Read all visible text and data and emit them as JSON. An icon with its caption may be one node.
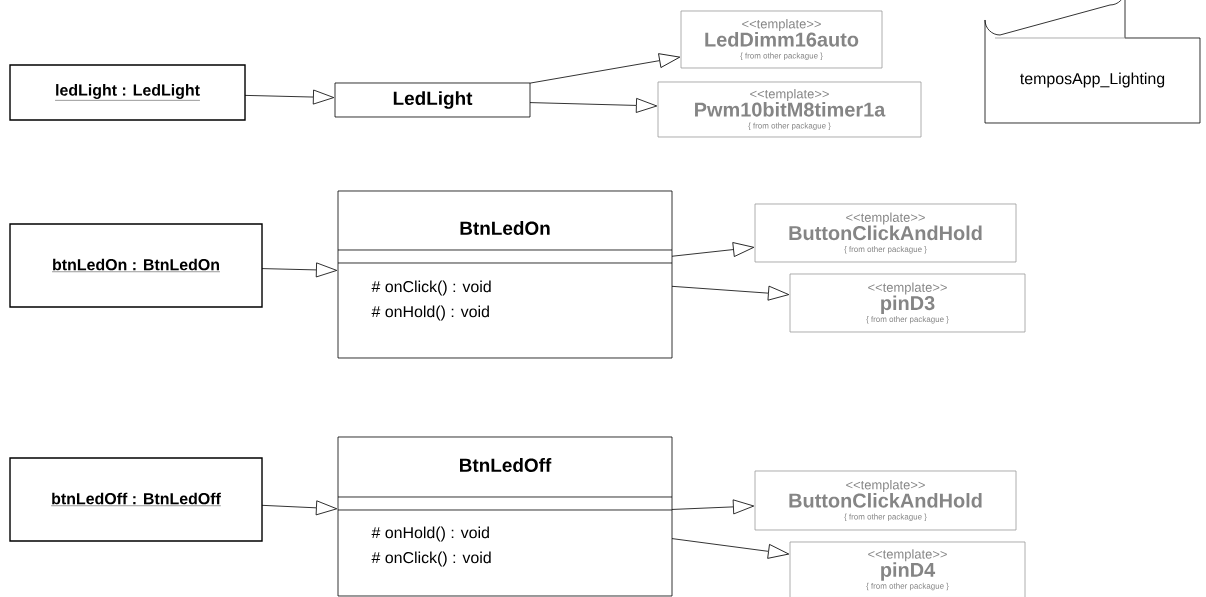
{
  "diagram": {
    "nodes": [
      {
        "text": [
          "ledLight : LedLight"
        ]
      },
      {
        "text": [
          "LedLight"
        ]
      },
      {
        "text": [
          "<<template>>",
          "LedDimm16auto",
          "{ from other packague }"
        ]
      },
      {
        "text": [
          "<<template>>",
          "Pwm10bitM8timer1a",
          "{ from other packague }"
        ]
      },
      {
        "text": [
          "temposApp_Lighting"
        ]
      },
      {
        "text": [
          "btnLedOn : BtnLedOn"
        ]
      },
      {
        "text": [
          "BtnLedOn",
          "# onClick() : void",
          "# onHold() : void"
        ]
      },
      {
        "text": [
          "<<template>>",
          "ButtonClickAndHold",
          "{ from other packague }"
        ]
      },
      {
        "text": [
          "<<template>>",
          "pinD3",
          "{ from other packague }"
        ]
      },
      {
        "text": [
          "btnLedOff : BtnLedOff"
        ]
      },
      {
        "text": [
          "BtnLedOff",
          "# onHold() : void",
          "# onClick() : void"
        ]
      },
      {
        "text": [
          "<<template>>",
          "ButtonClickAndHold",
          "{ from other packague }"
        ]
      },
      {
        "text": [
          "<<template>>",
          "pinD4",
          "{ from other packague }"
        ]
      }
    ],
    "edges": [
      {
        "from": 0,
        "to": 1,
        "arrow": "to"
      },
      {
        "from": 1,
        "to": 2,
        "arrow": "to"
      },
      {
        "from": 1,
        "to": 3,
        "arrow": "to"
      },
      {
        "from": 5,
        "to": 6,
        "arrow": "to"
      },
      {
        "from": 6,
        "to": 7,
        "arrow": "to"
      },
      {
        "from": 6,
        "to": 8,
        "arrow": "to"
      },
      {
        "from": 9,
        "to": 10,
        "arrow": "to"
      },
      {
        "from": 10,
        "to": 11,
        "arrow": "to"
      },
      {
        "from": 10,
        "to": 12,
        "arrow": "to"
      }
    ]
  }
}
